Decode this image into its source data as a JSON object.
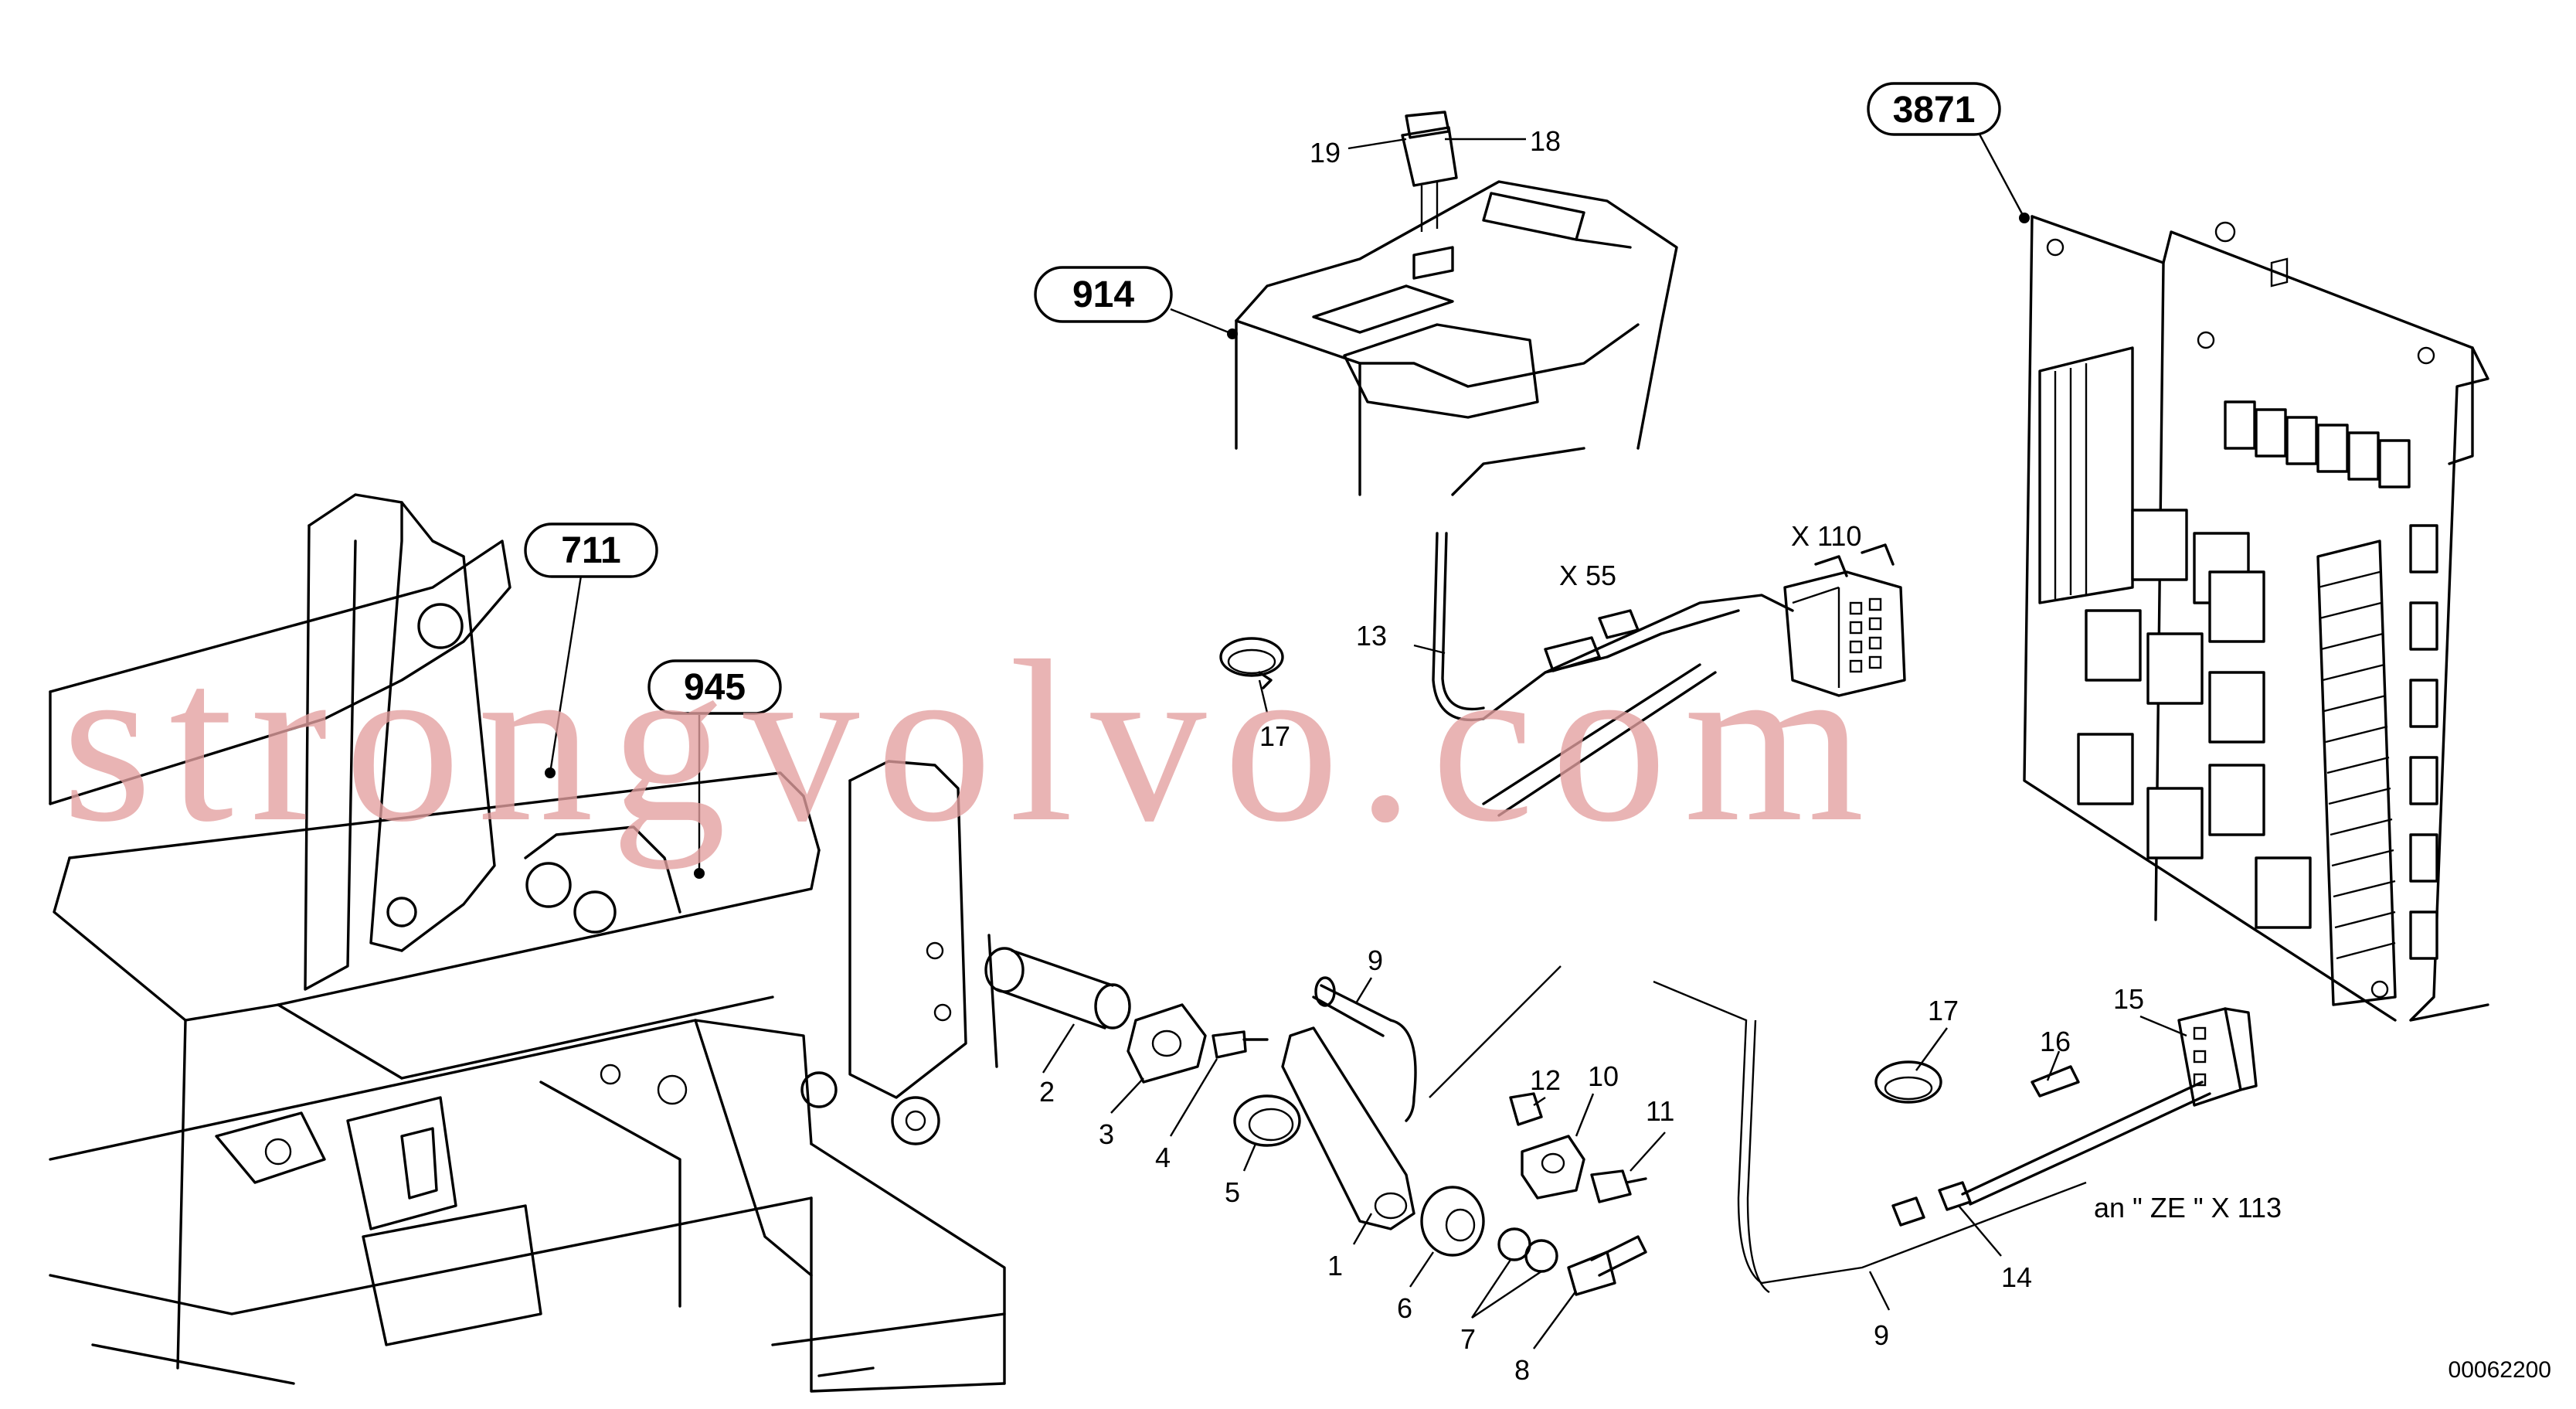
{
  "references": {
    "r711": "711",
    "r945": "945",
    "r914": "914",
    "r3871": "3871"
  },
  "parts": {
    "p1": "1",
    "p2": "2",
    "p3": "3",
    "p4": "4",
    "p5": "5",
    "p6": "6",
    "p7": "7",
    "p8": "8",
    "p9a": "9",
    "p9b": "9",
    "p10": "10",
    "p11": "11",
    "p12": "12",
    "p13": "13",
    "p14": "14",
    "p15": "15",
    "p16": "16",
    "p17a": "17",
    "p17b": "17",
    "p18": "18",
    "p19": "19"
  },
  "connectors": {
    "x55": "X 55",
    "x110": "X 110",
    "x113": "an \" ZE \" X 113"
  },
  "watermark": "strongvolvo.com",
  "drawing_code": "00062200"
}
